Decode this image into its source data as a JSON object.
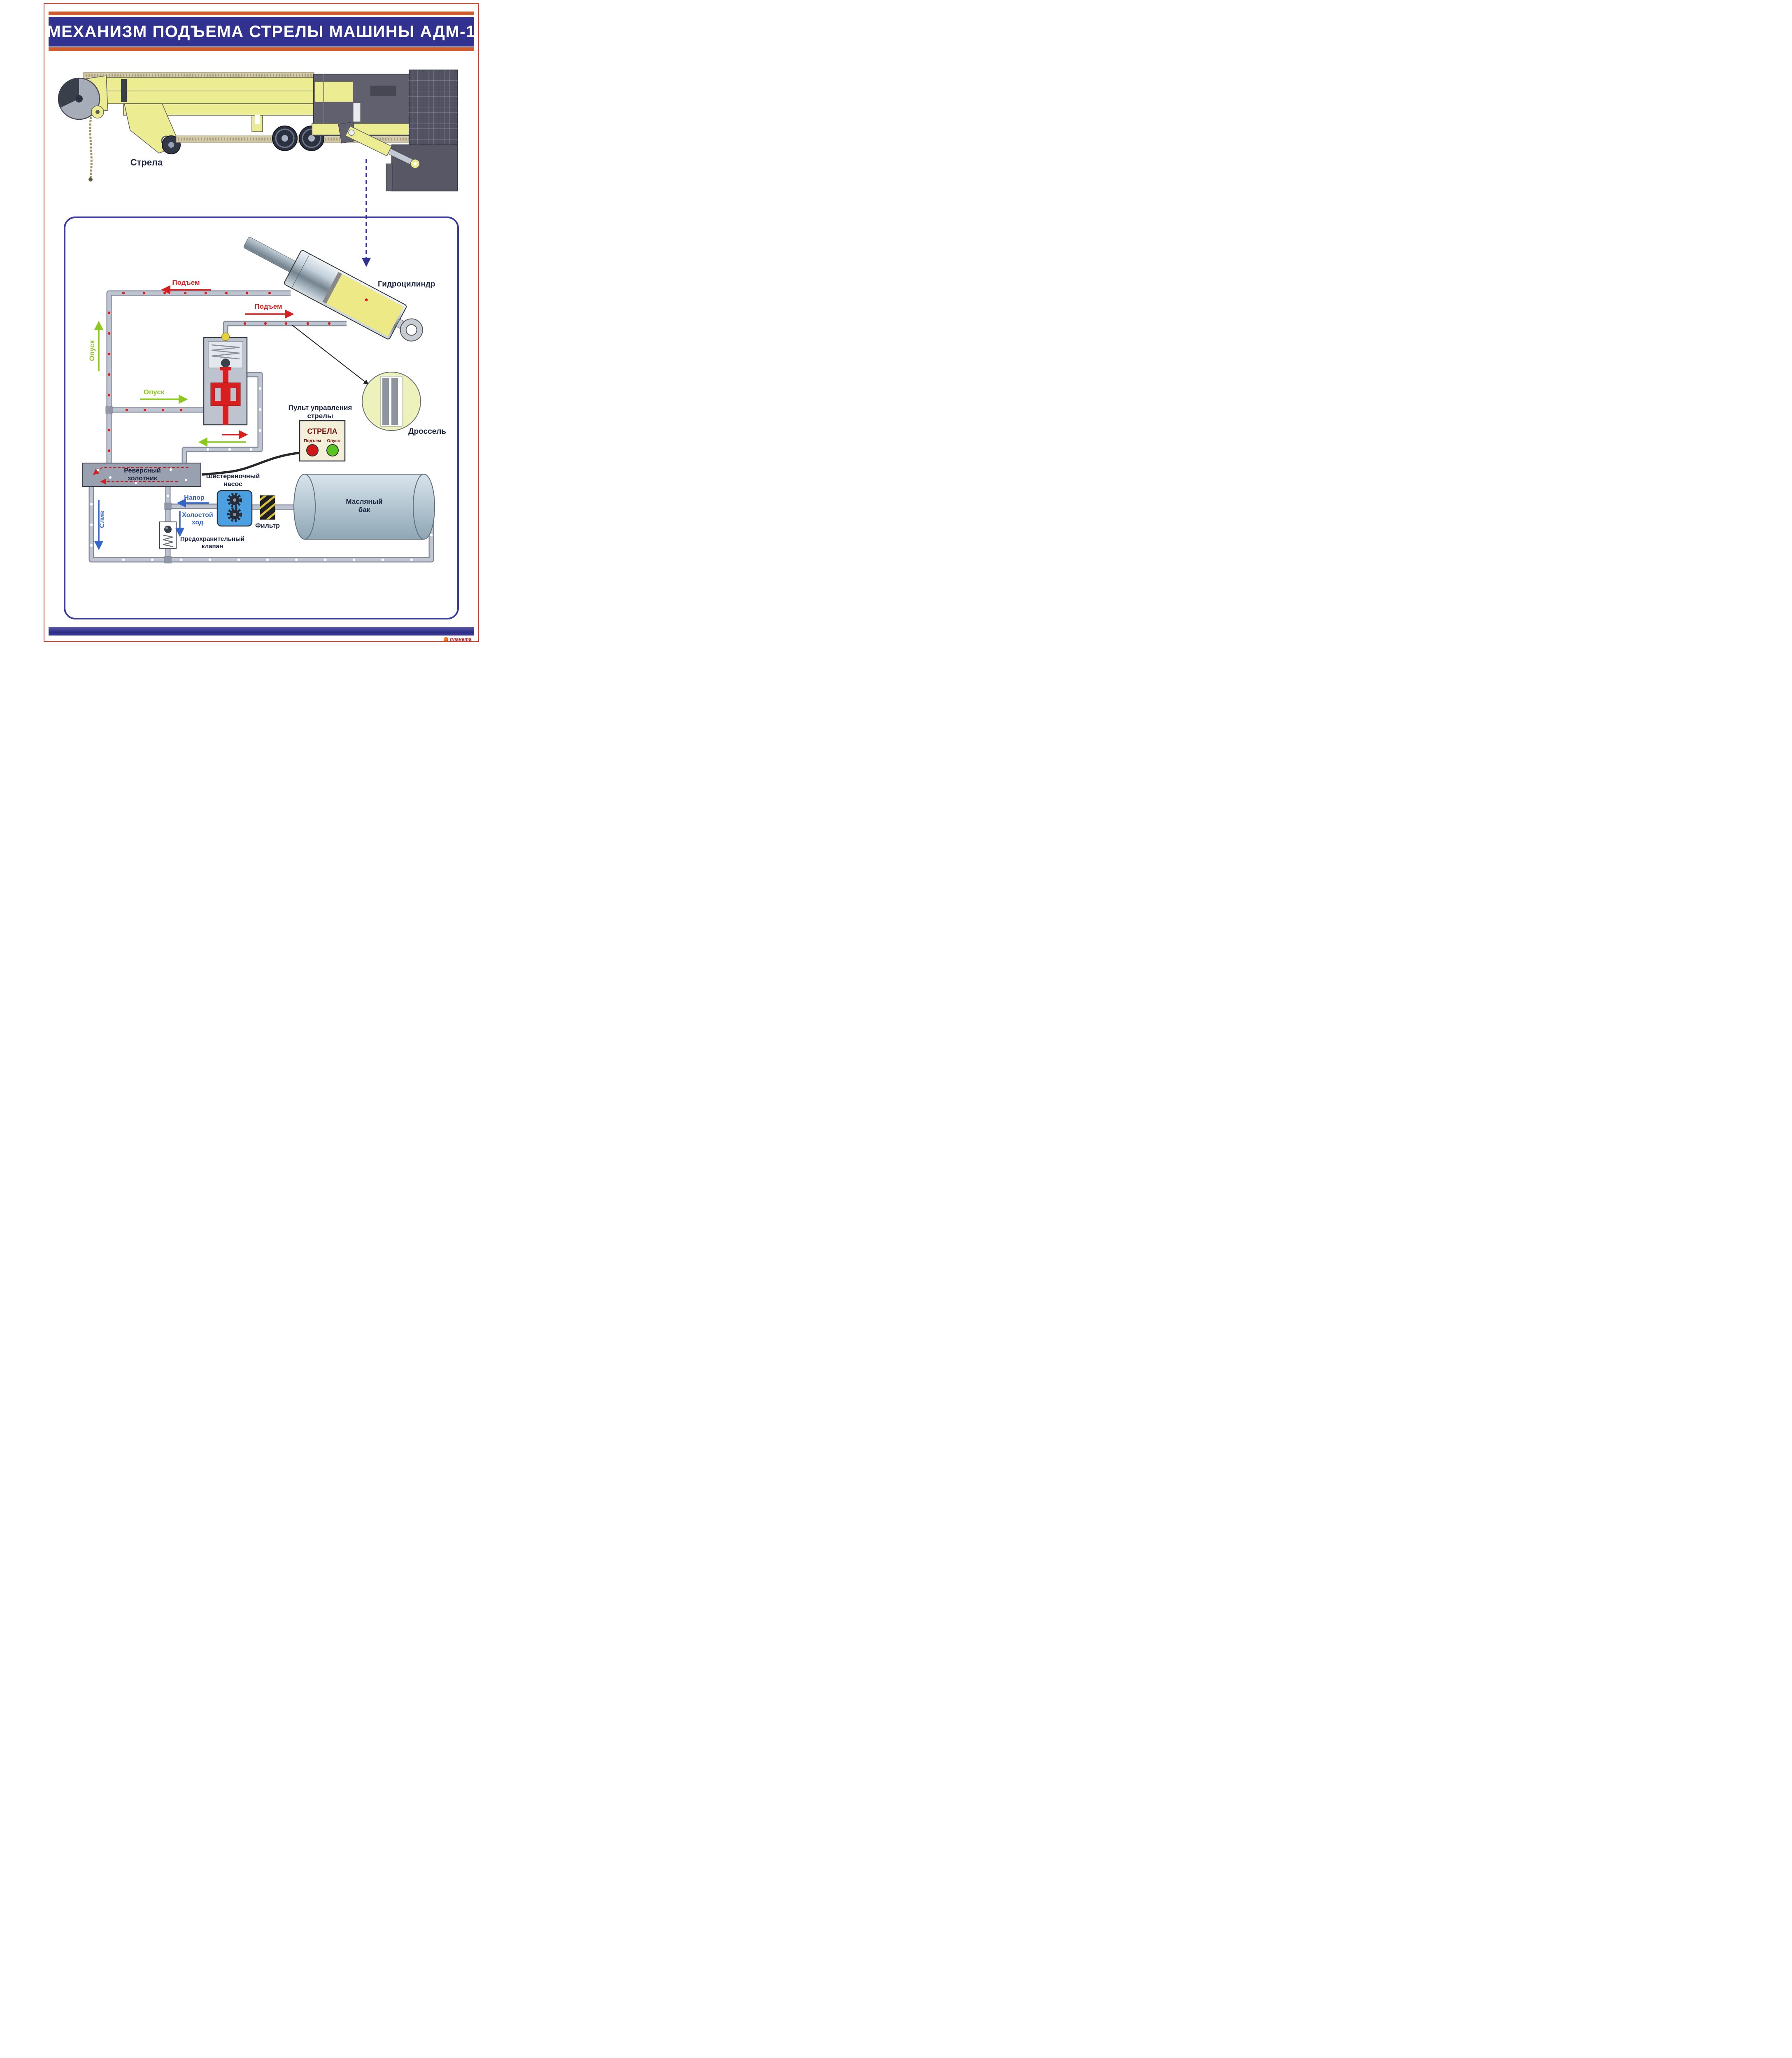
{
  "page": {
    "title": "МЕХАНИЗМ ПОДЪЕМА СТРЕЛЫ МАШИНЫ АДМ-1",
    "brand": "планета"
  },
  "colors": {
    "navy": "#31318f",
    "orange": "#cf5b2e",
    "frame_red": "#c8402e",
    "red": "#d81f1f",
    "green": "#8cc81e",
    "blue": "#3565c8",
    "pipe": "#bfc6d2",
    "machine_yellow": "#ecec92",
    "panel_border": "#3a3aa0"
  },
  "machine": {
    "boom_label": "Стрела"
  },
  "schematic": {
    "cylinder_label": "Гидроцилиндр",
    "lift_label": "Подъем",
    "lower_label": "Опуск",
    "throttle_label": "Дроссель",
    "panel_title": [
      "Пульт управления",
      "стрелы"
    ],
    "panel": {
      "name": "СТРЕЛА",
      "btn_lift": "Подъем",
      "btn_lower": "Опуск"
    },
    "spool_label": [
      "Реверсный",
      "золотник"
    ],
    "pump_label": [
      "Шестереночный",
      "насос"
    ],
    "pressure_label": "Напор",
    "idle_label": [
      "Холостой",
      "ход"
    ],
    "drain_label": "Слив",
    "filter_label": "Фильтр",
    "tank_label": [
      "Масляный",
      "бак"
    ],
    "safety_label": [
      "Предохранительный",
      "клапан"
    ]
  }
}
